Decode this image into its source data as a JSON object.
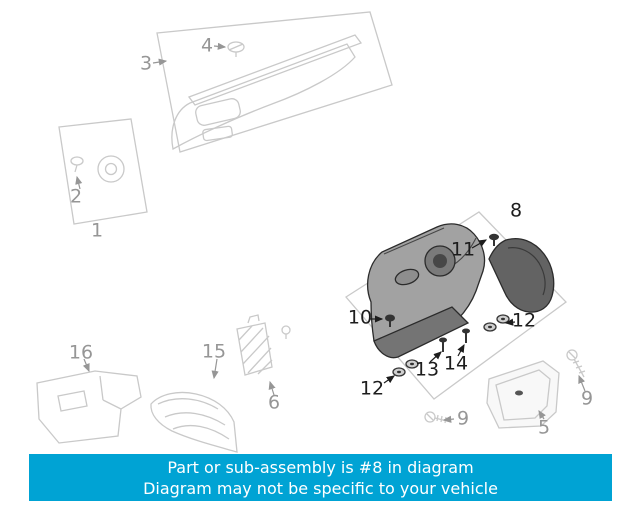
{
  "colors": {
    "banner_bg": "#00a3d4",
    "banner_text": "#ffffff",
    "label_gray": "#969696",
    "label_dark": "#1d1d1d",
    "line_gray": "#c9c9c9",
    "part_dark": "#2b2b2b"
  },
  "banner": {
    "line1": "Part or sub-assembly is #8 in diagram",
    "line2": "Diagram may not be specific to your vehicle"
  },
  "diagram": {
    "highlighted_part": "8",
    "callouts": [
      {
        "label": "3",
        "highlighted": false
      },
      {
        "label": "4",
        "highlighted": false
      },
      {
        "label": "2",
        "highlighted": false
      },
      {
        "label": "1",
        "highlighted": false
      },
      {
        "label": "16",
        "highlighted": false
      },
      {
        "label": "15",
        "highlighted": false
      },
      {
        "label": "6",
        "highlighted": false
      },
      {
        "label": "8",
        "highlighted": true
      },
      {
        "label": "11",
        "highlighted": true
      },
      {
        "label": "10",
        "highlighted": true
      },
      {
        "label": "12",
        "highlighted": true
      },
      {
        "label": "12",
        "highlighted": true
      },
      {
        "label": "13",
        "highlighted": true
      },
      {
        "label": "14",
        "highlighted": true
      },
      {
        "label": "9",
        "highlighted": false
      },
      {
        "label": "9",
        "highlighted": false
      },
      {
        "label": "5",
        "highlighted": false
      }
    ]
  }
}
